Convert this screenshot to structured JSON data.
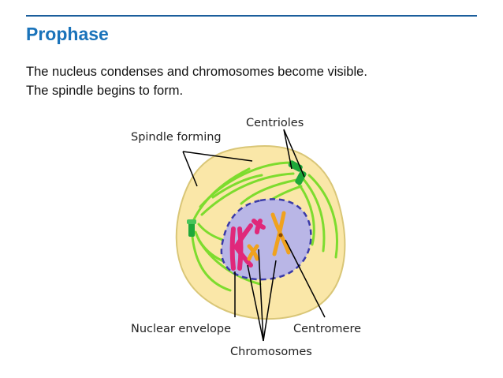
{
  "slide": {
    "title": "Prophase",
    "body_lines": [
      "The nucleus condenses and chromosomes become visible.",
      "The spindle begins to form."
    ]
  },
  "diagram": {
    "labels": {
      "spindle_forming": "Spindle forming",
      "centrioles": "Centrioles",
      "nuclear_envelope": "Nuclear envelope",
      "centromere": "Centromere",
      "chromosomes": "Chromosomes"
    },
    "colors": {
      "accent_rule": "#1b5e9c",
      "title": "#1a73ba",
      "cytoplasm": "#fae7a8",
      "cell_outline": "#d9c677",
      "nucleus": "#b9b6e6",
      "nuclear_envelope": "#3a3aa8",
      "spindle": "#7ddc2e",
      "centriole": "#1fa83a",
      "chromosome_pink": "#e0287a",
      "chromosome_orange": "#f0a21e"
    }
  }
}
